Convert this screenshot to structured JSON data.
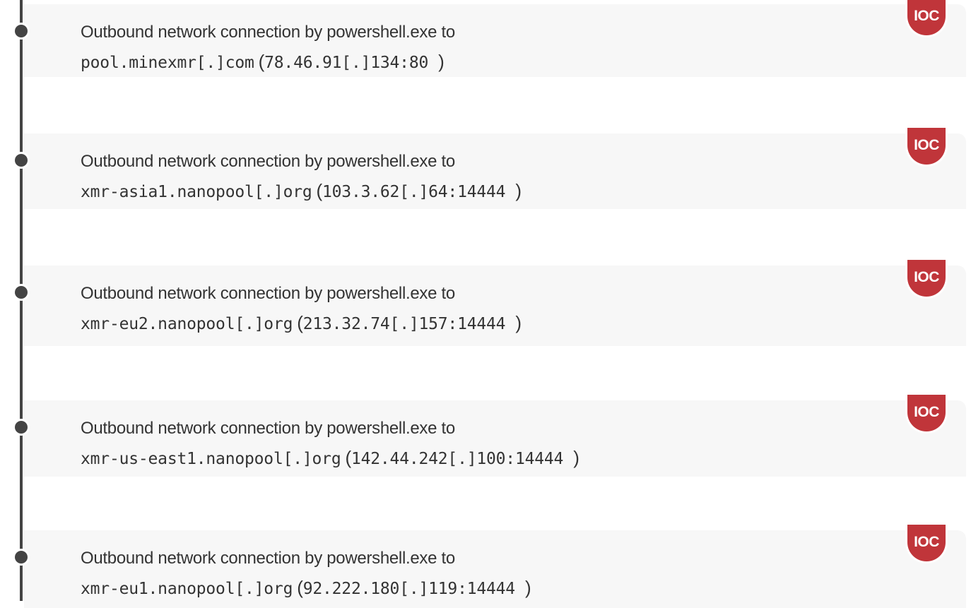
{
  "colors": {
    "timeline": "#444444",
    "card_background": "#f7f7f7",
    "ioc_badge": "#c0353a",
    "text": "#333333"
  },
  "events": [
    {
      "title": "Outbound network connection by powershell.exe to",
      "host": "pool.minexmr[.]com",
      "open_paren": "(",
      "ip_port": "78.46.91[.]134:80",
      "close_paren": ")",
      "badge": "IOC"
    },
    {
      "title": "Outbound network connection by powershell.exe to",
      "host": "xmr-asia1.nanopool[.]org",
      "open_paren": "(",
      "ip_port": "103.3.62[.]64:14444",
      "close_paren": ")",
      "badge": "IOC"
    },
    {
      "title": "Outbound network connection by powershell.exe to",
      "host": "xmr-eu2.nanopool[.]org",
      "open_paren": "(",
      "ip_port": "213.32.74[.]157:14444",
      "close_paren": ")",
      "badge": "IOC"
    },
    {
      "title": "Outbound network connection by powershell.exe to",
      "host": "xmr-us-east1.nanopool[.]org",
      "open_paren": "(",
      "ip_port": "142.44.242[.]100:14444",
      "close_paren": ")",
      "badge": "IOC"
    },
    {
      "title": "Outbound network connection by powershell.exe to",
      "host": "xmr-eu1.nanopool[.]org",
      "open_paren": "(",
      "ip_port": "92.222.180[.]119:14444",
      "close_paren": ")",
      "badge": "IOC"
    }
  ]
}
